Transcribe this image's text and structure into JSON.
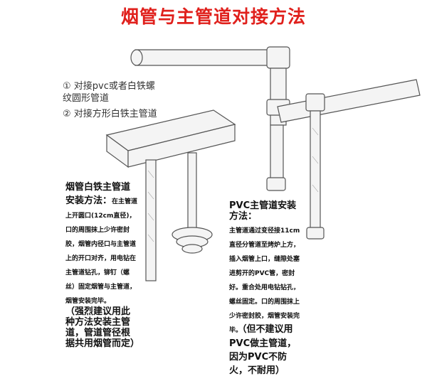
{
  "title": "烟管与主管道对接方法",
  "options": [
    {
      "num": "①",
      "text": "对接pvc或者白铁螺纹圆形管道"
    },
    {
      "num": "②",
      "text": "对接方形白铁主管道"
    }
  ],
  "note_left": {
    "heading": "烟管白铁主管道安装方法：",
    "body": "在主管道上开圆口(12cm直径)，口的周围抹上少许密封胶，烟管内径口与主管道上的开口对齐，用电钻在主管道钻孔，铆钉（螺丝）固定烟管与主管道，烟管安装完毕。",
    "tip": "（强烈建议用此种方法安装主管道，管道管径根据共用烟管而定）"
  },
  "note_right": {
    "heading": "PVC主管道安装方法：",
    "body": "主管道通过变径接11cm直径分管道至烤炉上方，插入烟管上口，缝隙处塞进剪开的PVC管，密封好。重合处用电钻钻孔，螺丝固定。口的周围抹上少许密封胶，烟管安装完毕。",
    "tip": "（但不建议用PVC做主管道，因为PVC不防火，不耐用）"
  },
  "colors": {
    "title": "#e0201c",
    "text": "#111111",
    "sketch": "#555555"
  }
}
